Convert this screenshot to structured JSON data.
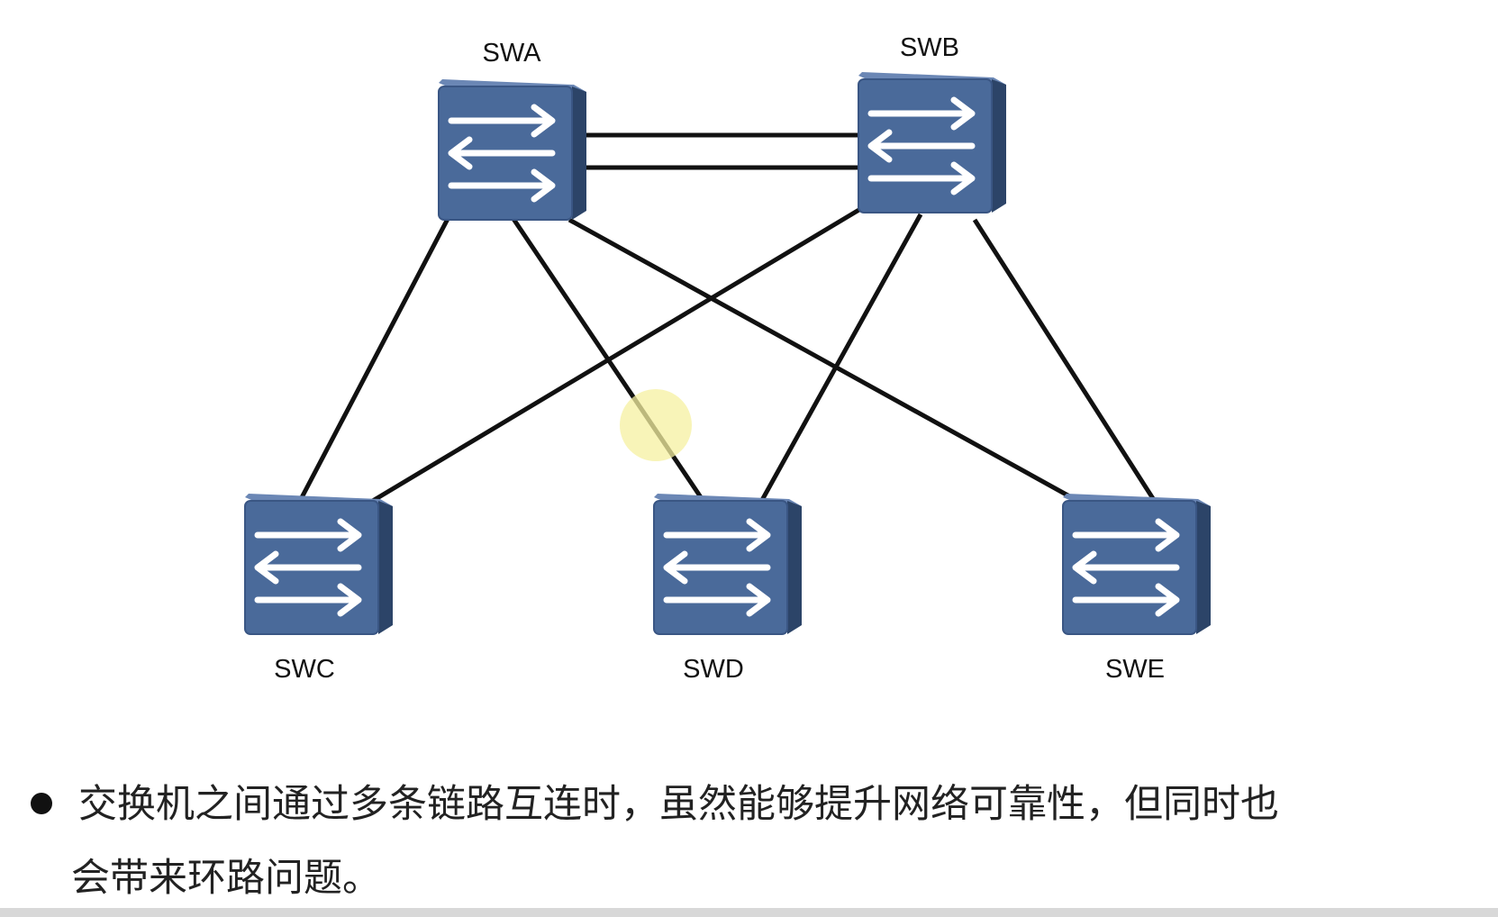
{
  "diagram": {
    "nodes": [
      {
        "id": "SWA",
        "label": "SWA",
        "icon": "switch-icon"
      },
      {
        "id": "SWB",
        "label": "SWB",
        "icon": "switch-icon"
      },
      {
        "id": "SWC",
        "label": "SWC",
        "icon": "switch-icon"
      },
      {
        "id": "SWD",
        "label": "SWD",
        "icon": "switch-icon"
      },
      {
        "id": "SWE",
        "label": "SWE",
        "icon": "switch-icon"
      }
    ],
    "links": [
      {
        "from": "SWA",
        "to": "SWB"
      },
      {
        "from": "SWA",
        "to": "SWB"
      },
      {
        "from": "SWA",
        "to": "SWC"
      },
      {
        "from": "SWA",
        "to": "SWD"
      },
      {
        "from": "SWA",
        "to": "SWE"
      },
      {
        "from": "SWB",
        "to": "SWC"
      },
      {
        "from": "SWB",
        "to": "SWD"
      },
      {
        "from": "SWB",
        "to": "SWE"
      }
    ],
    "colors": {
      "switch_front": "#4a6a9a",
      "switch_side": "#2c4468",
      "switch_top": "#6b87b5",
      "link": "#111111",
      "cursor_highlight": "#f5f0a0"
    }
  },
  "caption": {
    "line1": "交换机之间通过多条链路互连时，虽然能够提升网络可靠性，但同时也",
    "line2": "会带来环路问题。"
  }
}
